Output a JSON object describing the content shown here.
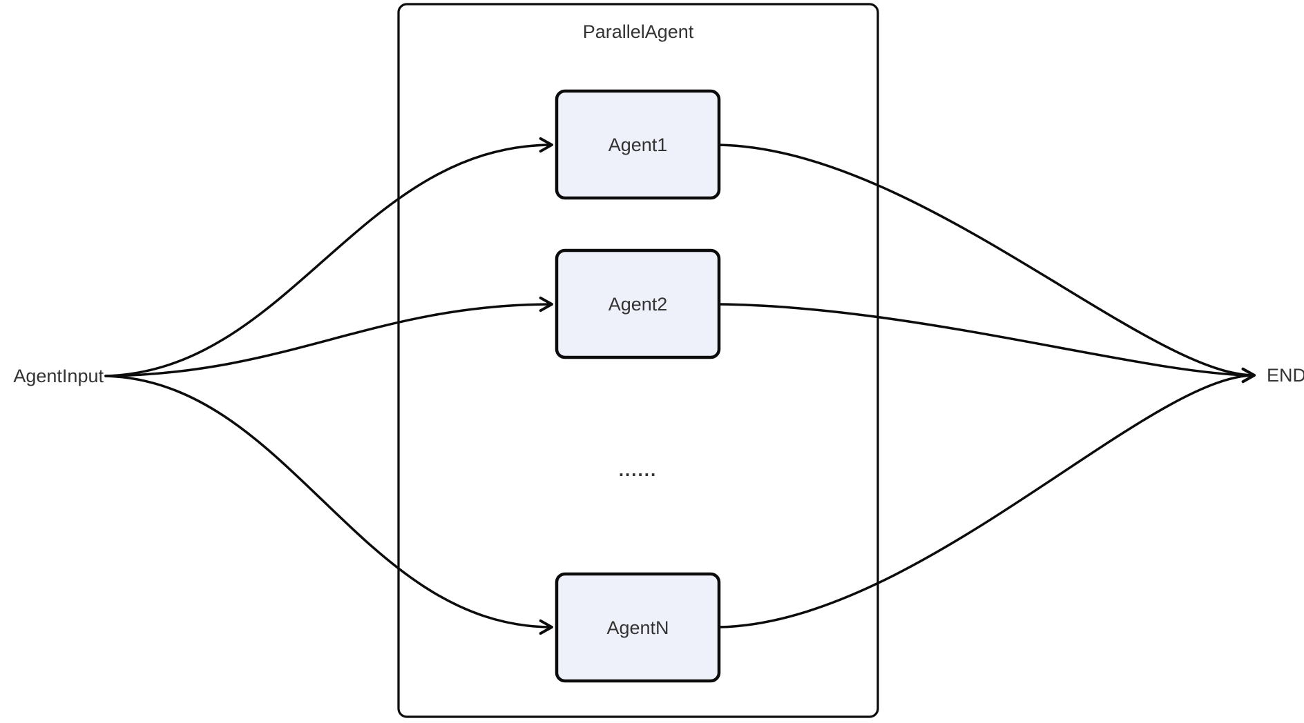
{
  "diagram": {
    "type": "flowchart",
    "direction": "left-to-right",
    "container": {
      "title": "ParallelAgent"
    },
    "input_node": {
      "label": "AgentInput"
    },
    "end_node": {
      "label": "END"
    },
    "agent_nodes": [
      {
        "id": "agent1",
        "label": "Agent1"
      },
      {
        "id": "agent2",
        "label": "Agent2"
      },
      {
        "id": "agentN",
        "label": "AgentN"
      }
    ],
    "ellipsis": "......",
    "edges": [
      {
        "from": "AgentInput",
        "to": "Agent1"
      },
      {
        "from": "AgentInput",
        "to": "Agent2"
      },
      {
        "from": "AgentInput",
        "to": "AgentN"
      },
      {
        "from": "Agent1",
        "to": "END"
      },
      {
        "from": "Agent2",
        "to": "END"
      },
      {
        "from": "AgentN",
        "to": "END"
      }
    ],
    "colors": {
      "background": "#ffffff",
      "node_fill": "#eef1fa",
      "node_border": "#0c0c0c",
      "container_border": "#0c0c0c",
      "edge": "#0c0c0c",
      "text": "#333333"
    }
  }
}
